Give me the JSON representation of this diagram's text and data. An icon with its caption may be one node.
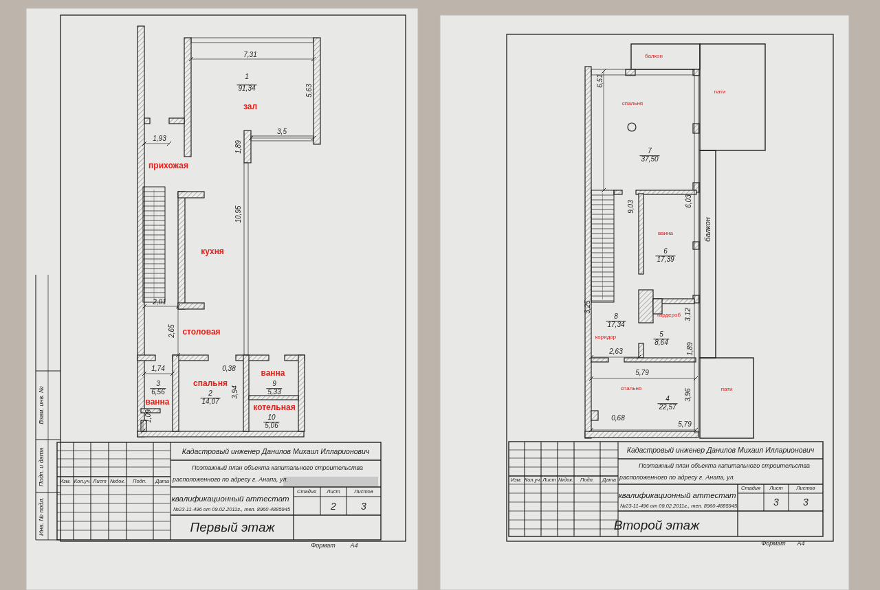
{
  "diagram": {
    "labels": [
      "7,31",
      "1",
      "91,34",
      "5,63",
      "зал",
      "1,93",
      "3,5",
      "1,89",
      "прихожая",
      "10,95",
      "кухня",
      "2,01",
      "2,65",
      "столовая",
      "1,74",
      "0,38",
      "ванна",
      "3",
      "6,56",
      "спальня",
      "2",
      "14,07",
      "9",
      "5,33",
      "3,94",
      "ванна",
      "котельная",
      "1,09",
      "10",
      "5,06",
      "Изм.",
      "Кол.уч.",
      "Лист",
      "№док.",
      "Подп.",
      "Дата",
      "Кадастровый инженер Данилов Михаил Илларионович",
      "Поэтажный план объекта капитального строительства расположенного по адресу г. Анапа, ул.",
      "квалификационный аттестат",
      "№23-11-496 от 09.02.2011г., тел. 8960-4885945",
      "Стадия",
      "Лист",
      "Листов",
      "2",
      "3",
      "Первый этаж",
      "Формат",
      "А4",
      "Взам. инв. №",
      "Подп. и дата",
      "Инв. № подл.",
      "балкон",
      "6,51",
      "пати",
      "спальня",
      "7",
      "37,50",
      "9,03",
      "6,03",
      "балкон",
      "ванна",
      "6",
      "17,39",
      "3,25",
      "8",
      "17,34",
      "гардероб",
      "3,12",
      "коридор",
      "5",
      "8,64",
      "2,63",
      "1,89",
      "5,79",
      "спальня",
      "пати",
      "3,96",
      "4",
      "22,57",
      "0,68",
      "5,79",
      "Изм.",
      "Кол.уч.",
      "Лист",
      "№док.",
      "Подп.",
      "Дата",
      "Кадастровый инженер Данилов Михаил Илларионович",
      "Поэтажный план объекта капитального строительства расположенного по адресу г. Анапа, ул.",
      "квалификационный аттестат",
      "№23-11-496 от 09.02.2011г., тел. 8960-4885945",
      "Стадия",
      "Лист",
      "Листов",
      "3",
      "3",
      "Второй этаж",
      "Формат",
      "А4"
    ]
  }
}
